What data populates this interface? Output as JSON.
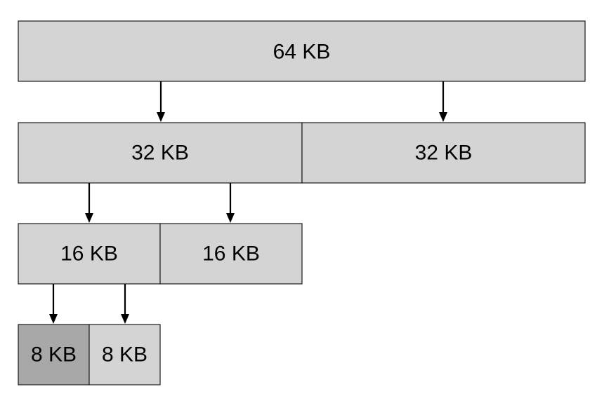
{
  "colors": {
    "block_fill": "#d4d4d4",
    "allocated_fill": "#a8a8a8",
    "border": "#1a1a1a",
    "arrow": "#000000"
  },
  "levels": [
    {
      "blocks": [
        {
          "label": "64 KB",
          "state": "free"
        }
      ]
    },
    {
      "blocks": [
        {
          "label": "32 KB",
          "state": "free"
        },
        {
          "label": "32 KB",
          "state": "free"
        }
      ]
    },
    {
      "blocks": [
        {
          "label": "16 KB",
          "state": "free"
        },
        {
          "label": "16 KB",
          "state": "free"
        }
      ]
    },
    {
      "blocks": [
        {
          "label": "8 KB",
          "state": "allocated"
        },
        {
          "label": "8 KB",
          "state": "free"
        }
      ]
    }
  ]
}
